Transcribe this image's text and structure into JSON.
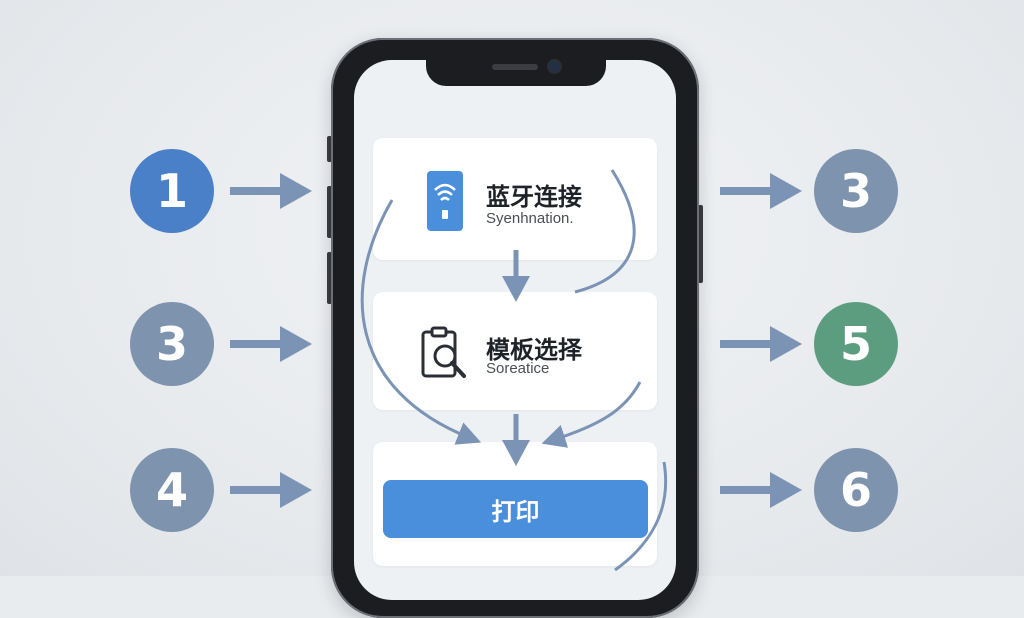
{
  "colors": {
    "badge_blue": "#4a80c8",
    "badge_slate": "#7e93ad",
    "badge_green": "#5d9d7f",
    "arrow": "#7b93b4",
    "print_button": "#4a8fdb",
    "bluetooth_icon": "#4a8fdb"
  },
  "left_badges": [
    {
      "label": "1",
      "color": "#4a80c8"
    },
    {
      "label": "3",
      "color": "#7e93ad"
    },
    {
      "label": "4",
      "color": "#7e93ad"
    }
  ],
  "right_badges": [
    {
      "label": "3",
      "color": "#7e93ad"
    },
    {
      "label": "5",
      "color": "#5d9d7f"
    },
    {
      "label": "6",
      "color": "#7e93ad"
    }
  ],
  "cards": {
    "bluetooth": {
      "title": "蓝牙连接",
      "subtitle": "Syenhnation.",
      "icon": "bluetooth-phone-icon"
    },
    "template": {
      "title": "模板选择",
      "subtitle": "Soreatice",
      "icon": "template-search-icon"
    }
  },
  "print_button": {
    "label": "打印"
  }
}
